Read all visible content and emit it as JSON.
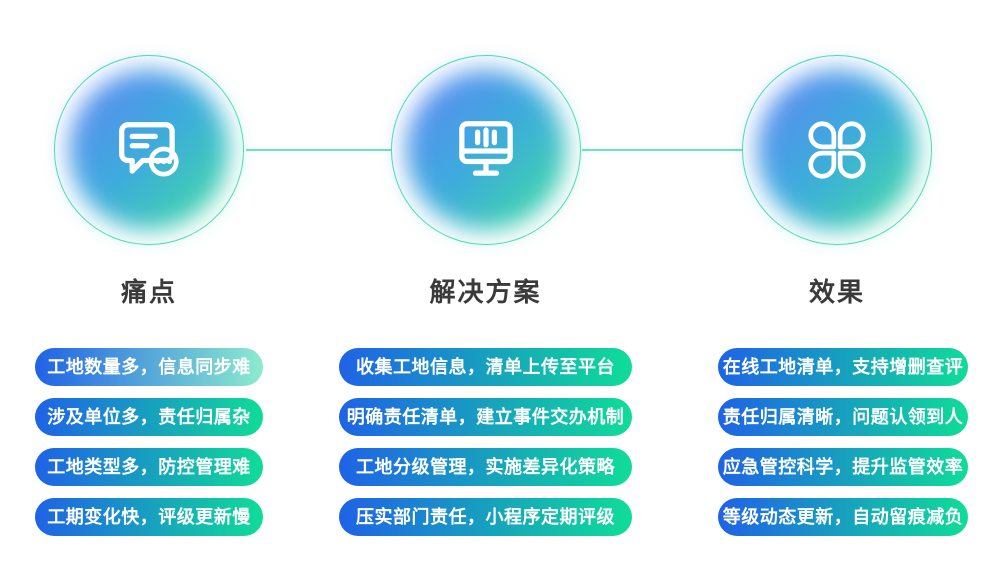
{
  "colors": {
    "background": "#ffffff",
    "pill_text": "#ffffff",
    "pill_blue": "#1f62e6",
    "pill_green": "#0fdd97",
    "pill_mint_light": "#8ceccd",
    "circle_ring": "#49e4ad",
    "connector_line": "#49e4ad",
    "heading_text": "#3a3a3a",
    "circle_gradient_blue": "#5c8af2",
    "circle_gradient_cyan": "#3cacdc",
    "circle_gradient_teal": "#41d7a9",
    "icon_stroke": "#ffffff"
  },
  "columns": [
    {
      "title": "痛点",
      "icon": "chat-bubble-ellipsis-icon",
      "items": [
        {
          "text": "工地数量多，信息同步难",
          "variant": "light"
        },
        {
          "text": "涉及单位多，责任归属杂",
          "variant": "normal"
        },
        {
          "text": "工地类型多，防控管理难",
          "variant": "normal"
        },
        {
          "text": "工期变化快，评级更新慢",
          "variant": "normal"
        }
      ]
    },
    {
      "title": "解决方案",
      "icon": "monitor-chart-icon",
      "items": [
        {
          "text": "收集工地信息，清单上传至平台",
          "variant": "normal"
        },
        {
          "text": "明确责任清单，建立事件交办机制",
          "variant": "normal"
        },
        {
          "text": "工地分级管理，实施差异化策略",
          "variant": "normal"
        },
        {
          "text": "压实部门责任，小程序定期评级",
          "variant": "normal"
        }
      ]
    },
    {
      "title": "效果",
      "icon": "clover-icon",
      "items": [
        {
          "text": "在线工地清单，支持增删查评",
          "variant": "normal"
        },
        {
          "text": "责任归属清晰，问题认领到人",
          "variant": "normal"
        },
        {
          "text": "应急管控科学，提升监管效率",
          "variant": "normal"
        },
        {
          "text": "等级动态更新，自动留痕减负",
          "variant": "normal"
        }
      ]
    }
  ]
}
